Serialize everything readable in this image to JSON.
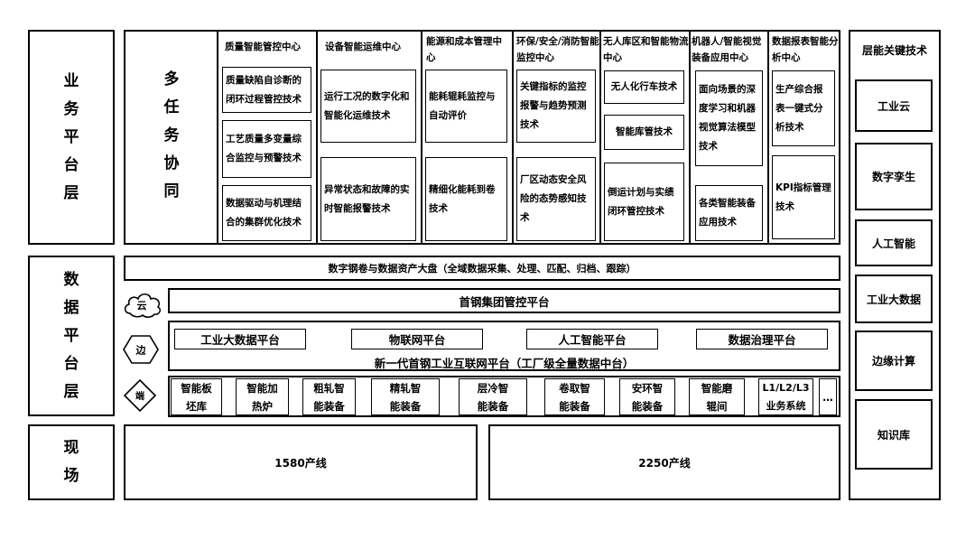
{
  "layers": {
    "business": "业务平台层",
    "data": "数据平台层",
    "field": "现场"
  },
  "multi_task": "多任务协同",
  "centers": [
    {
      "title": "质量智能管控中心",
      "items": [
        "质量缺陷自诊断的闭环过程管控技术",
        "工艺质量多变量综合监控与预警技术",
        "数据驱动与机理结合的集群优化技术"
      ]
    },
    {
      "title": "设备智能运维中心",
      "items": [
        "运行工况的数字化和智能化运维技术",
        "异常状态和故障的实时智能报警技术"
      ]
    },
    {
      "title": "能源和成本管理中心",
      "items": [
        "能耗辊耗监控与自动评价",
        "精细化能耗到卷技术"
      ]
    },
    {
      "title": "环保/安全/消防智能监控中心",
      "items": [
        "关键指标的监控报警与趋势预测技术",
        "厂区动态安全风险的态势感知技术"
      ]
    },
    {
      "title": "无人库区和智能物流中心",
      "items": [
        "无人化行车技术",
        "智能库管技术",
        "倒运计划与实绩闭环管控技术"
      ]
    },
    {
      "title": "机器人/智能视觉装备应用中心",
      "items": [
        "面向场景的深度学习和机器视觉算法模型技术",
        "各类智能装备应用技术"
      ]
    },
    {
      "title": "数据报表智能分析中心",
      "items": [
        "生产综合报表一键式分析技术",
        "KPI指标管理技术"
      ]
    }
  ],
  "data_layer": {
    "digital_band": "数字钢卷与数据资产大盘（全域数据采集、处理、匹配、归档、跟踪）",
    "cloud_label": "云",
    "cloud_platform": "首钢集团管控平台",
    "edge_label": "边",
    "edge_platforms": [
      "工业大数据平台",
      "物联网平台",
      "人工智能平台",
      "数据治理平台"
    ],
    "edge_caption": "新一代首钢工业互联网平台（工厂级全量数据中台）",
    "end_label": "端",
    "equipment": [
      "智能板坯库",
      "智能加热炉",
      "粗轧智能装备",
      "精轧智能装备",
      "层冷智能装备",
      "卷取智能装备",
      "安环智能装备",
      "智能磨辊间",
      "L1/L2/L3业务系统",
      "…"
    ]
  },
  "field_lines": [
    "1580产线",
    "2250产线"
  ],
  "key_tech": {
    "title": "层能关键技术",
    "items": [
      "工业云",
      "数字孪生",
      "人工智能",
      "工业大数据",
      "边缘计算",
      "知识库"
    ]
  }
}
